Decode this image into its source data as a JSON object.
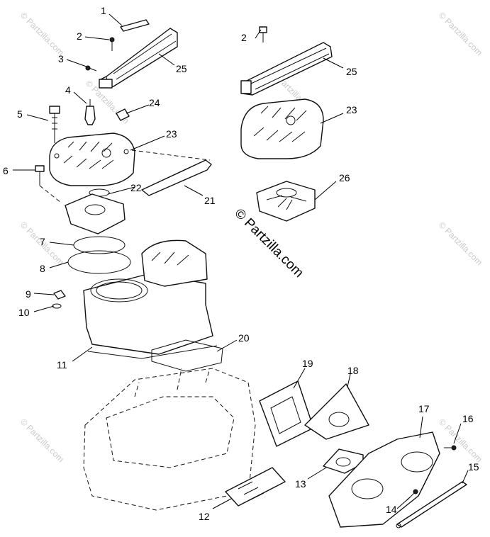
{
  "diagram": {
    "watermark_text": "© Partzilla.com",
    "callouts": [
      "1",
      "2",
      "3",
      "4",
      "5",
      "6",
      "7",
      "8",
      "9",
      "10",
      "11",
      "12",
      "13",
      "14",
      "15",
      "16",
      "17",
      "18",
      "19",
      "20",
      "21",
      "22",
      "23",
      "24",
      "25",
      "26"
    ],
    "callouts_right": [
      "2",
      "25",
      "23",
      "26"
    ]
  }
}
